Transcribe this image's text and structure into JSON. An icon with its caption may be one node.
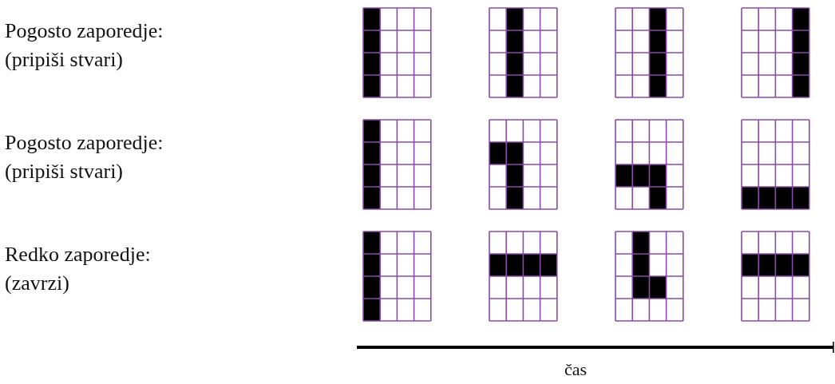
{
  "diagram": {
    "labels": [
      "Pogosto zaporedje:",
      "(pripiši stvari)",
      "Pogosto zaporedje:",
      "(pripiši stvari)",
      "Redko zaporedje:",
      "(zavrzi)",
      "čas"
    ]
  }
}
